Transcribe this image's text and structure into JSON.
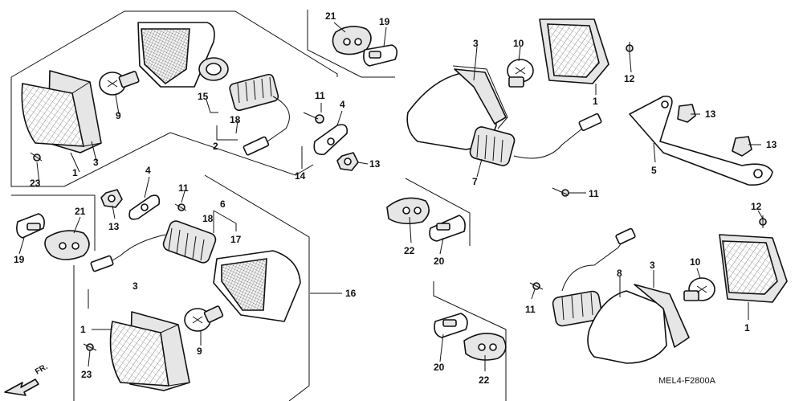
{
  "callouts": {
    "c1a": "1",
    "c1b": "1",
    "c1c": "1",
    "c1d": "1",
    "c2": "2",
    "c3a": "3",
    "c3b": "3",
    "c3c": "3",
    "c3d": "3",
    "c4a": "4",
    "c4b": "4",
    "c5": "5",
    "c6": "6",
    "c7": "7",
    "c8": "8",
    "c9a": "9",
    "c9b": "9",
    "c10a": "10",
    "c10b": "10",
    "c11a": "11",
    "c11b": "11",
    "c11c": "11",
    "c11d": "11",
    "c12a": "12",
    "c12b": "12",
    "c13a": "13",
    "c13b": "13",
    "c13c": "13",
    "c13d": "13",
    "c14": "14",
    "c15": "15",
    "c16": "16",
    "c17": "17",
    "c18a": "18",
    "c18b": "18",
    "c19a": "19",
    "c19b": "19",
    "c20a": "20",
    "c20b": "20",
    "c21a": "21",
    "c21b": "21",
    "c22a": "22",
    "c22b": "22",
    "c23a": "23",
    "c23b": "23"
  },
  "front_label": "FR.",
  "diagram_code": "MEL4-F2800A"
}
